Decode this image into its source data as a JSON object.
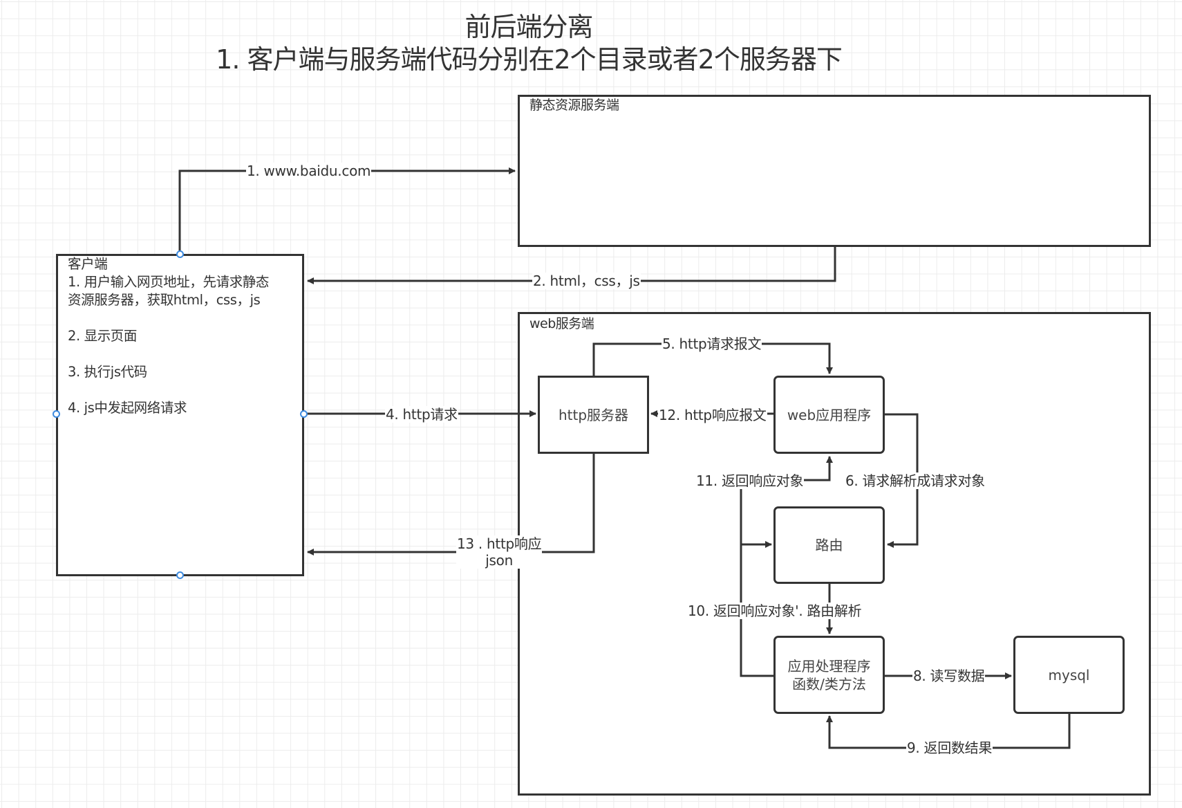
{
  "title": {
    "line1": "前后端分离",
    "line2": "1. 客户端与服务端代码分别在2个目录或者2个服务器下"
  },
  "containers": {
    "static_server": {
      "label": "静态资源服务端"
    },
    "web_server": {
      "label": "web服务端"
    },
    "client": {
      "title": "客户端",
      "lines": [
        "1. 用户输入网页地址，先请求静态",
        "资源服务器，获取html，css，js",
        "",
        "2. 显示页面",
        "",
        "3. 执行js代码",
        "",
        "4. js中发起网络请求"
      ]
    }
  },
  "nodes": {
    "http_server": "http服务器",
    "web_app": "web应用程序",
    "router": "路由",
    "handler_line1": "应用处理程序",
    "handler_line2": "函数/类方法",
    "mysql": "mysql"
  },
  "edges": {
    "e1": "1. www.baidu.com",
    "e2": "2. html，css，js",
    "e4": "4. http请求",
    "e5": "5. http请求报文",
    "e6": "6. 请求解析成请求对象",
    "e8": "8. 读写数据",
    "e9": "9. 返回数结果",
    "e10": "10. 返回响应对象'. 路由解析",
    "e11": "11. 返回响应对象",
    "e12": "12. http响应报文",
    "e13_line1": "13 . http响应",
    "e13_line2": "json"
  },
  "colors": {
    "stroke": "#333333",
    "handle": "#3d8be0",
    "grid": "#ececec"
  }
}
